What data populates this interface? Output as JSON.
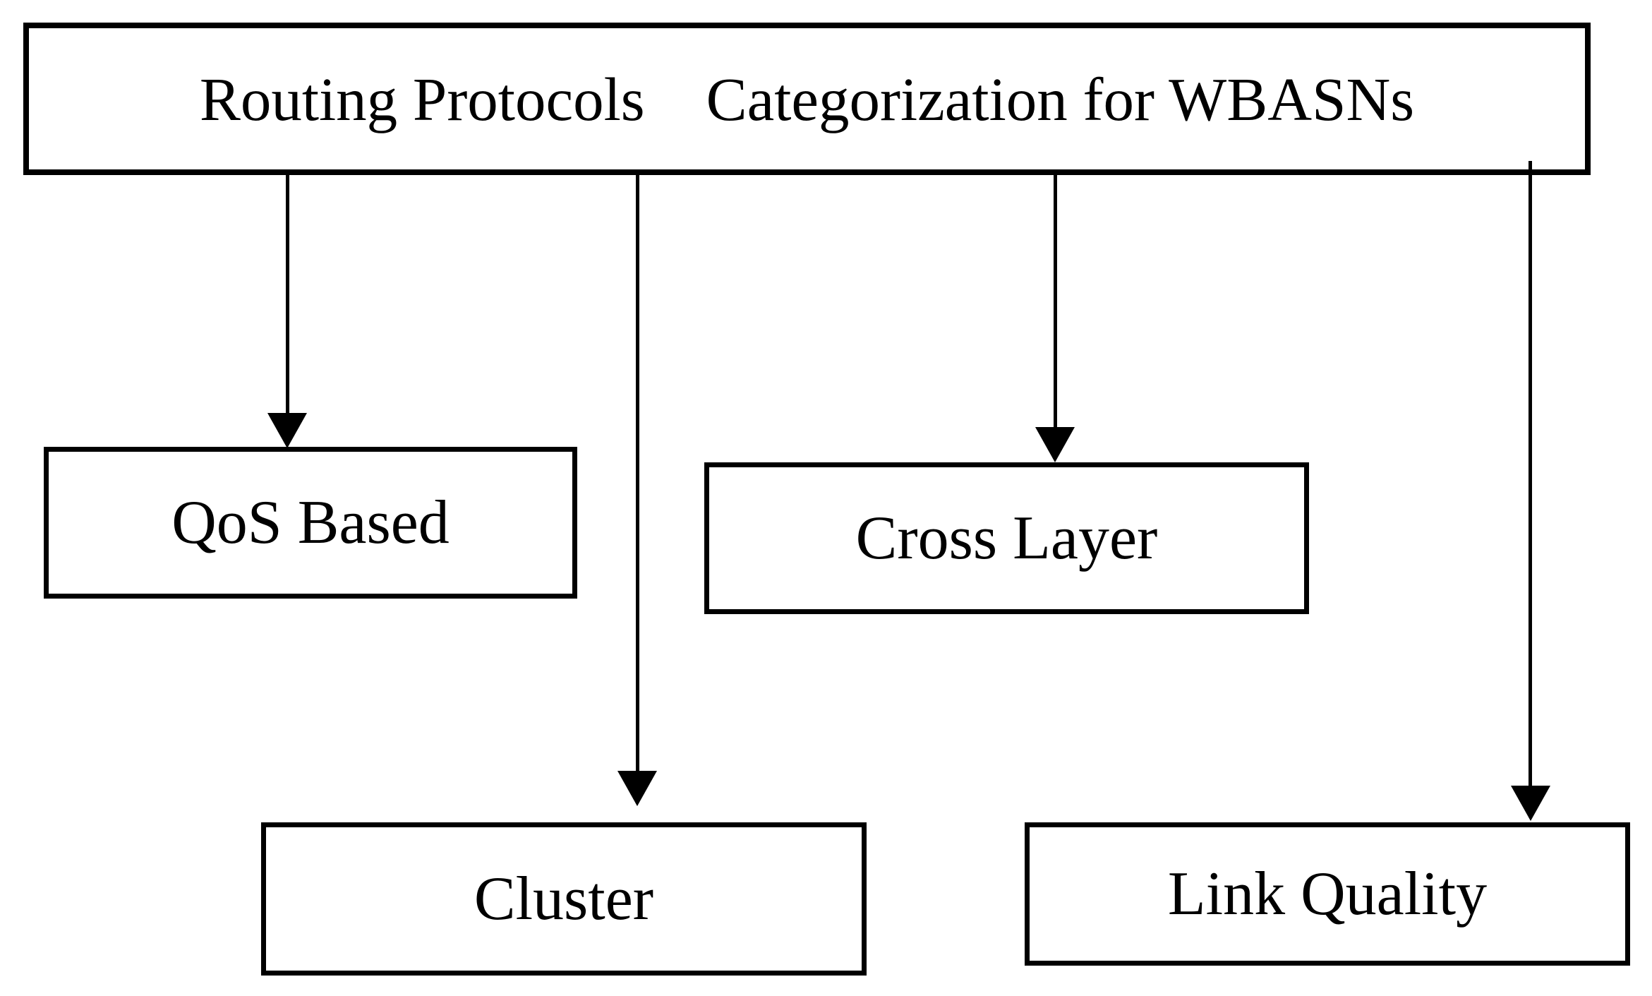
{
  "diagram": {
    "type": "flowchart",
    "background_color": "#ffffff",
    "stroke_color": "#000000",
    "text_color": "#000000",
    "root": {
      "label": "Routing Protocols    Categorization for WBASNs"
    },
    "nodes": [
      {
        "id": "qos-based",
        "label": "QoS Based"
      },
      {
        "id": "cross-layer",
        "label": "Cross Layer"
      },
      {
        "id": "cluster",
        "label": "Cluster"
      },
      {
        "id": "link-quality",
        "label": "Link Quality"
      }
    ],
    "edges": [
      {
        "from": "root",
        "to": "qos-based"
      },
      {
        "from": "root",
        "to": "cluster"
      },
      {
        "from": "root",
        "to": "cross-layer"
      },
      {
        "from": "root",
        "to": "link-quality"
      }
    ]
  }
}
